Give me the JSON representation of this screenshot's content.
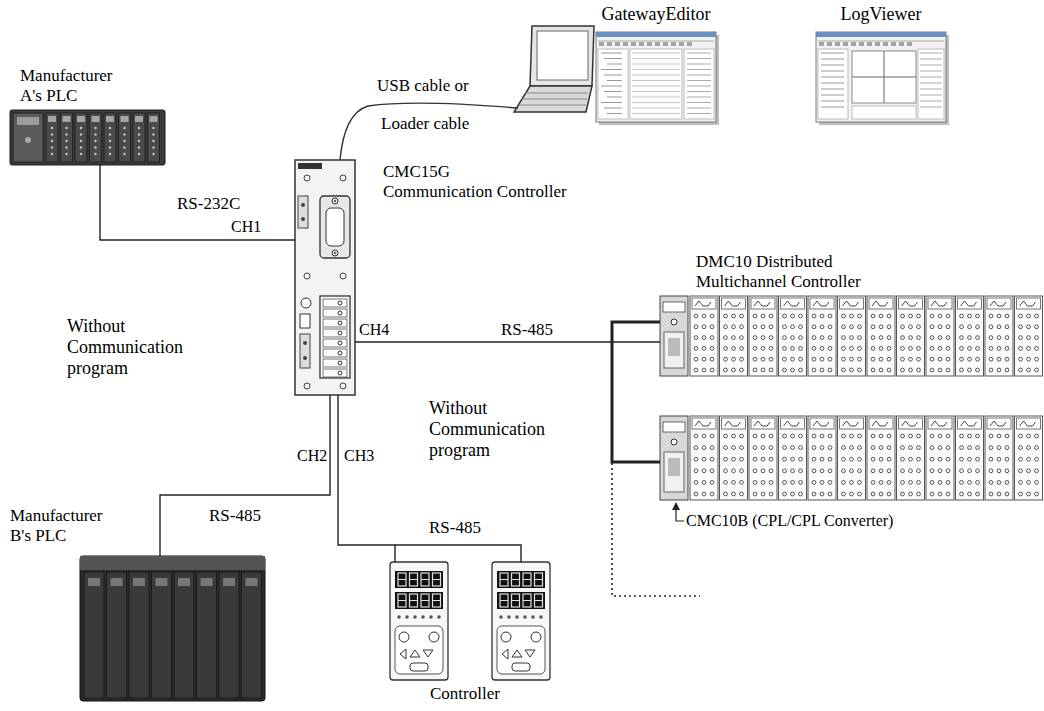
{
  "diagram": {
    "nodes": [
      {
        "text": [
          "Manufacturer A's PLC"
        ]
      },
      {
        "text": [
          "CMC15G",
          "Communication Controller"
        ]
      },
      {
        "text": [
          "GatewayEditor"
        ]
      },
      {
        "text": [
          "LogViewer"
        ]
      },
      {
        "text": [
          "DMC10 Distributed Multichannel Controller"
        ]
      },
      {
        "text": [
          "CMC10B (CPL/CPL Converter)"
        ]
      },
      {
        "text": [
          "Manufacturer B's PLC"
        ]
      },
      {
        "text": [
          "Controller"
        ]
      }
    ],
    "edges": [
      {
        "from": 0,
        "to": 1,
        "arrow": "none",
        "label": "RS-232C"
      },
      {
        "from": 1,
        "to": 4,
        "arrow": "none",
        "label": "RS-485"
      },
      {
        "from": 4,
        "to": 5,
        "arrow": "none"
      },
      {
        "from": 1,
        "to": 6,
        "arrow": "none",
        "label": "RS-485"
      },
      {
        "from": 1,
        "to": 7,
        "arrow": "none",
        "label": "RS-485"
      }
    ],
    "labels": [
      "USB cable or",
      "Loader cable",
      "CH1",
      "Without Communication program",
      "CH4",
      "Without Communication program",
      "CH2",
      "CH3"
    ]
  }
}
